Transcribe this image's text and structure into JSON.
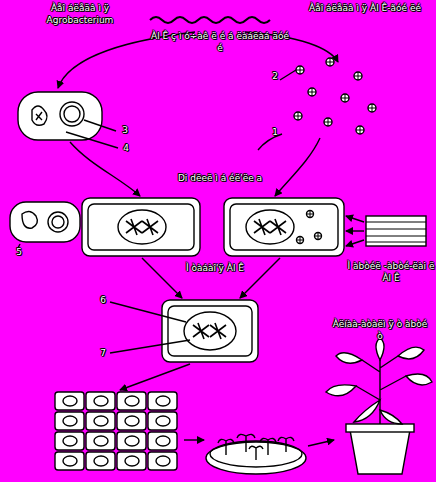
{
  "diagram": {
    "labels": [
      "Àåî áëåäâ ì ÿ Agrobacterium",
      "Àl Ê ç ì ó÷àê ë é á ëàáëàá äóé é",
      "Àåî áëåäâ ì ÿ Àl Ê-ãóé ëé",
      "1",
      "2",
      "3",
      "4",
      "Di dëeë ì á éë'ëe a",
      "5",
      "Ì àbòéë -àbòé-ëài ë Àl Ê",
      "Ì òàáàî'ÿ Àl Ê",
      "6",
      "7",
      "Àëíàà-àòàëì ÿ ò àbòé ò"
    ]
  }
}
